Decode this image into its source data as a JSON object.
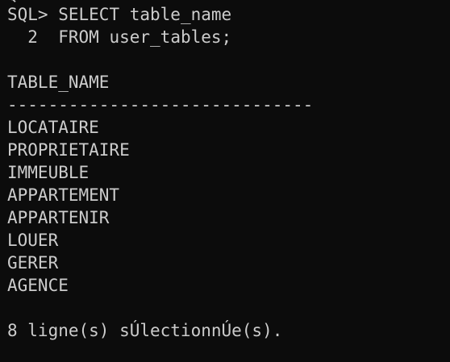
{
  "terminal": {
    "partial_top_line": "Q",
    "prompt": "SQL>",
    "query_line_1": "SELECT table_name",
    "line_number_2": "2",
    "query_line_2": "FROM user_tables;",
    "column_header": "TABLE_NAME",
    "separator": "------------------------------",
    "rows": [
      "LOCATAIRE",
      "PROPRIETAIRE",
      "IMMEUBLE",
      "APPARTEMENT",
      "APPARTENIR",
      "LOUER",
      "GERER",
      "AGENCE"
    ],
    "footer": "8 ligne(s) sÚlectionnÚe(s)."
  },
  "colors": {
    "background": "#0c0c0c",
    "text": "#cccccc"
  }
}
